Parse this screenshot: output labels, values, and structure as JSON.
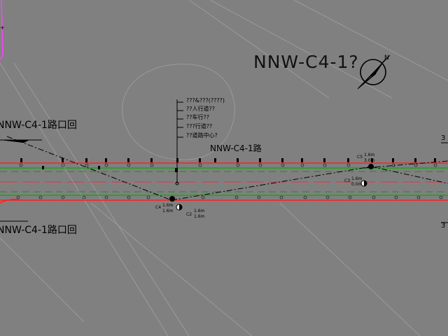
{
  "drawing": {
    "title": "NNW-C4-1?",
    "road_label": "NNW-C4-1路",
    "side_label_top": "NNW-C4-1路口回",
    "side_label_bottom": "NNW-C4-1路口回",
    "legend": [
      "???&???(????)",
      "??人行道??",
      "??车行??",
      "???行道??",
      "??道路中心?"
    ],
    "marks": {
      "C5": "C5",
      "C4": "C4",
      "C3": "C3",
      "C2": "C2",
      "v1": "1.6m",
      "v2": "3.0m",
      "v3": "1.6m",
      "v4": "0.0m",
      "v5": "1.6m",
      "v6": "1.6m",
      "v7": "1.6m",
      "v8": "1.6m",
      "r1": "3",
      "r2": "3"
    },
    "colors": {
      "background": "#808080",
      "linework": "#000000",
      "red_edge": "#ff0000",
      "green_edge": "#00b000",
      "magenta": "#ff40ff"
    }
  }
}
